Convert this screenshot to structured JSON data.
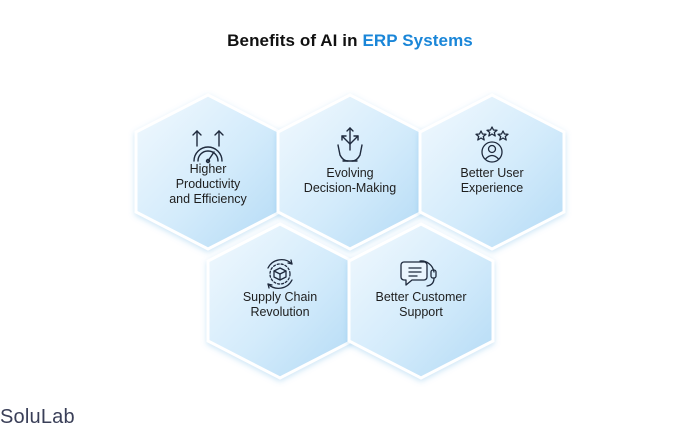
{
  "title": {
    "prefix": "Benefits of AI in ",
    "highlight": "ERP Systems"
  },
  "benefits": [
    {
      "icon": "productivity-gauge-icon",
      "lines": [
        "Higher",
        "Productivity",
        "and Efficiency"
      ]
    },
    {
      "icon": "decision-making-icon",
      "lines": [
        "Evolving",
        "Decision-Making"
      ]
    },
    {
      "icon": "user-experience-icon",
      "lines": [
        "Better User",
        "Experience"
      ]
    },
    {
      "icon": "supply-chain-icon",
      "lines": [
        "Supply Chain",
        "Revolution"
      ]
    },
    {
      "icon": "customer-support-icon",
      "lines": [
        "Better Customer",
        "Support"
      ]
    }
  ],
  "brand": {
    "logo_text": "SoluLab"
  },
  "colors": {
    "accent": "#1a86d8",
    "hex_fill_light": "#eaf5fd",
    "hex_fill_mid": "#c2e2f8",
    "hex_border": "#ffffff"
  }
}
